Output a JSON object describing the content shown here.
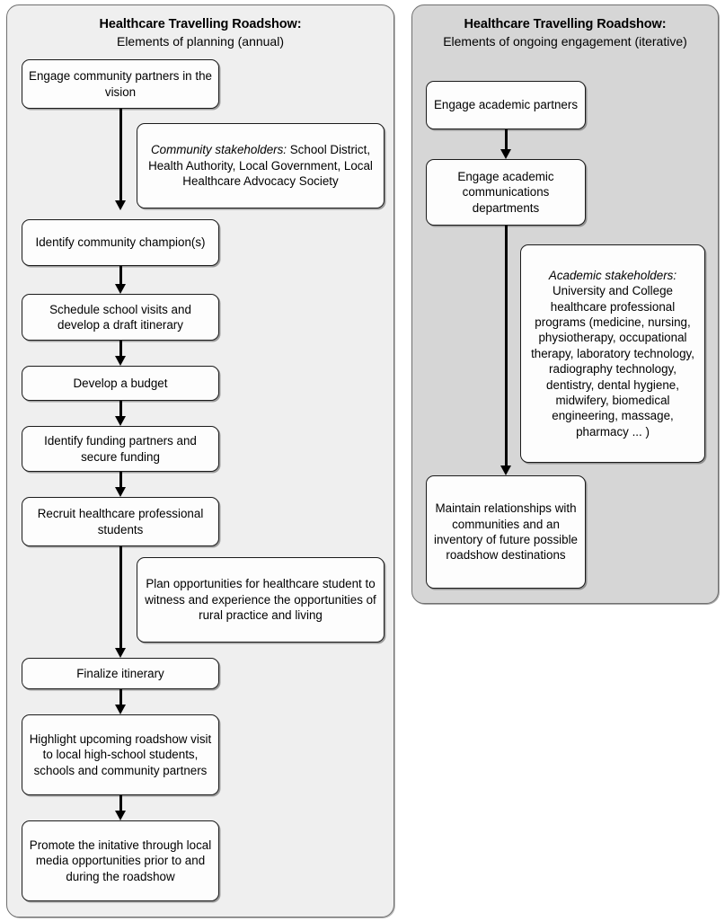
{
  "panels": {
    "left": {
      "title_line1": "Healthcare Travelling Roadshow:",
      "title_line2": "Elements of planning (annual)",
      "background_color": "#efefef",
      "steps": [
        {
          "id": "engage-community-partners",
          "text": "Engage community partners in the vision"
        },
        {
          "id": "identify-community-champions",
          "text": "Identify community champion(s)"
        },
        {
          "id": "schedule-school-visits",
          "text": "Schedule school visits and develop a draft itinerary"
        },
        {
          "id": "develop-budget",
          "text": "Develop a budget"
        },
        {
          "id": "identify-funding-partners",
          "text": "Identify funding partners and secure funding"
        },
        {
          "id": "recruit-students",
          "text": "Recruit healthcare professional students"
        },
        {
          "id": "finalize-itinerary",
          "text": "Finalize itinerary"
        },
        {
          "id": "highlight-upcoming-visit",
          "text": "Highlight upcoming roadshow visit to local high-school students, schools and community partners"
        },
        {
          "id": "promote-initiative",
          "text": "Promote the initative through local media opportunities prior to and during the roadshow"
        }
      ],
      "notes": [
        {
          "id": "community-stakeholders",
          "label": "Community stakeholders:",
          "body": " School District, Health Authority, Local Government, Local Healthcare Advocacy Society"
        },
        {
          "id": "plan-opportunities",
          "label": "",
          "body": "Plan opportunities for healthcare student to witness and experience the opportunities of rural practice and living"
        }
      ]
    },
    "right": {
      "title_line1": "Healthcare Travelling Roadshow:",
      "title_line2": "Elements of ongoing engagement (iterative)",
      "background_color": "#d6d6d6",
      "steps": [
        {
          "id": "engage-academic-partners",
          "text": "Engage academic partners"
        },
        {
          "id": "engage-academic-communications",
          "text": "Engage academic communications departments"
        },
        {
          "id": "maintain-relationships",
          "text": "Maintain relationships with communities and an inventory of future possible roadshow destinations"
        }
      ],
      "notes": [
        {
          "id": "academic-stakeholders",
          "label": "Academic stakeholders:",
          "body": " University and College healthcare professional programs (medicine, nursing, physiotherapy, occupational therapy, laboratory technology, radiography technology, dentistry, dental hygiene, midwifery, biomedical engineering, massage, pharmacy ... )"
        }
      ]
    }
  },
  "style": {
    "node_fill": "#fdfdfd",
    "node_border": "#1b1b1b",
    "arrow_color": "#000000",
    "text_color": "#000000"
  }
}
